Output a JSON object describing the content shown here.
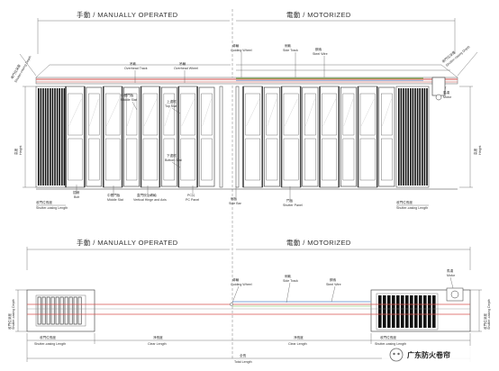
{
  "top_view": {
    "manual_header": "手動 / MANUALLY OPERATED",
    "motor_header": "電動 / MOTORIZED",
    "labels": {
      "overhead_track": [
        "吊軌",
        "Overhead Track"
      ],
      "overhead_wheel": [
        "吊輪",
        "Overhead Wheel"
      ],
      "guiding_wheel": [
        "導輪",
        "Guiding Wheel"
      ],
      "side_track": [
        "側軌",
        "Side Track"
      ],
      "steel_wire": [
        "鋼索",
        "Steel Wire"
      ],
      "motor": [
        "馬達",
        "Motor"
      ],
      "middle_slat": [
        "中間門板",
        "Middle Slat"
      ],
      "top_slat": [
        "上邊框",
        "Top Slat"
      ],
      "bottom_slat": [
        "下邊框",
        "Bottom Slat"
      ],
      "bolt": [
        "插銷",
        "Bolt"
      ],
      "middle_slat_2": [
        "中間門板",
        "Middle Slat"
      ],
      "vertical_hinge": [
        "直門鉸及轉軸",
        "Vertical Hinge and Axis"
      ],
      "pc_panel": [
        "PC片",
        "PC Panel"
      ],
      "side_bar": [
        "側板",
        "Side Bar"
      ],
      "shutter_panel": [
        "門板",
        "Shutter Panel"
      ]
    },
    "dims": {
      "casing_depth_left": [
        "收門位深度",
        "Shutter-casing Depth"
      ],
      "casing_depth_right": [
        "收門位深度",
        "Shutter-casing Depth"
      ],
      "height_left": [
        "高度",
        "Height"
      ],
      "height_right": [
        "高度",
        "Height"
      ],
      "casing_length_left": [
        "收門位長度",
        "Shutter-casing Length"
      ],
      "casing_length_right": [
        "收門位長度",
        "Shutter-casing Length"
      ]
    }
  },
  "plan_view": {
    "manual_header": "手動 / MANUALLY OPERATED",
    "motor_header": "電動 / MOTORIZED",
    "labels": {
      "guiding_wheel": [
        "導輪",
        "Guiding Wheel"
      ],
      "side_track": [
        "側軌",
        "Side Track"
      ],
      "steel_wire": [
        "鋼索",
        "Steel Wire"
      ],
      "motor": [
        "馬達",
        "Motor"
      ]
    },
    "dims": {
      "casing_depth_left": [
        "收門位深度",
        "Shutter-casing Depth"
      ],
      "casing_depth_right": [
        "收門位深度",
        "Shutter-casing Depth"
      ],
      "casing_length_left": [
        "收門位長度",
        "Shutter-casing Length"
      ],
      "clear_length_left": [
        "淨長度",
        "Clear Length"
      ],
      "clear_length_right": [
        "淨長度",
        "Clear Length"
      ],
      "casing_length_right": [
        "收門位長度",
        "Shutter-casing Length"
      ],
      "total_length": [
        "全長",
        "Total Length"
      ]
    }
  },
  "watermark": "广东防火卷帘",
  "colors": {
    "track_red": "#d9534f",
    "wire_green": "#6cbf4f",
    "wire_blue": "#7fa7d8",
    "casing_black": "#111111",
    "line": "#555555"
  },
  "icons": {
    "watermark_logo": "wechat-circle-icon"
  }
}
